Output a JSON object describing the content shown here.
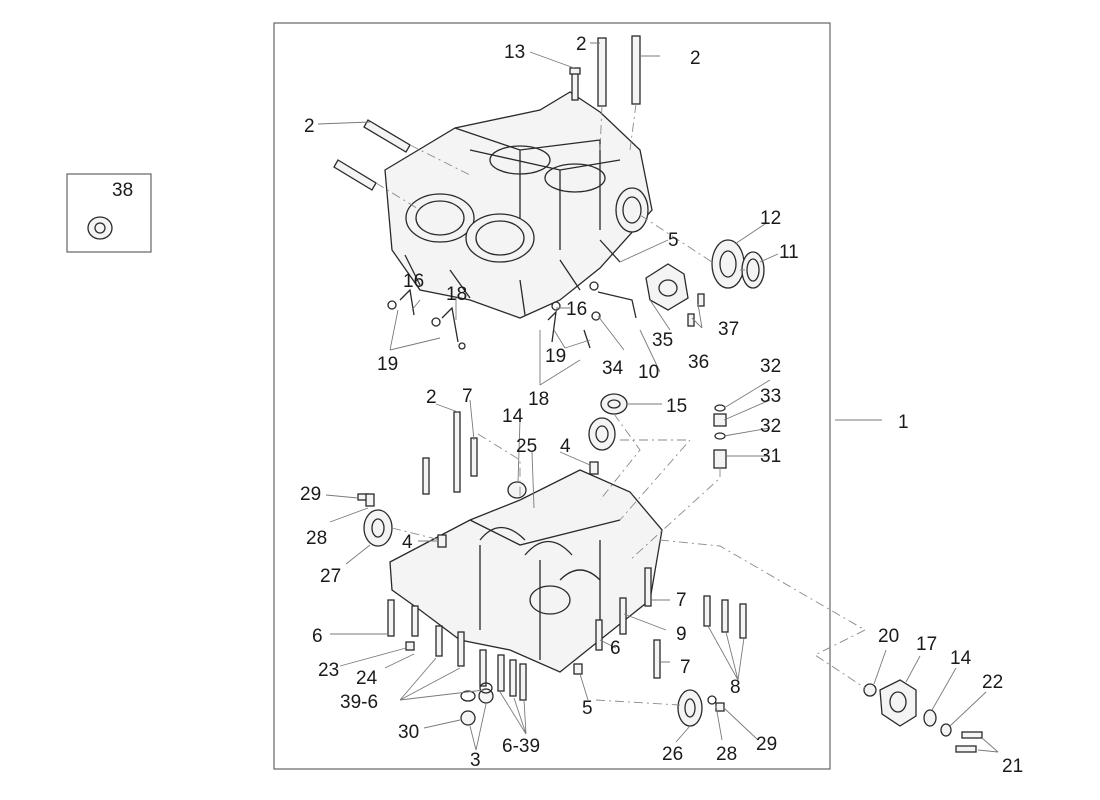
{
  "labels": {
    "l1": "1",
    "l2a": "2",
    "l2b": "2",
    "l2c": "2",
    "l2d": "2",
    "l3": "3",
    "l4a": "4",
    "l4b": "4",
    "l5a": "5",
    "l5b": "5",
    "l6a": "6",
    "l6b": "6",
    "l7a": "7",
    "l7b": "7",
    "l7c": "7",
    "l8": "8",
    "l9": "9",
    "l10": "10",
    "l11": "11",
    "l12": "12",
    "l13": "13",
    "l14a": "14",
    "l14b": "14",
    "l15": "15",
    "l16a": "16",
    "l16b": "16",
    "l17": "17",
    "l18a": "18",
    "l18b": "18",
    "l19a": "19",
    "l19b": "19",
    "l20": "20",
    "l21": "21",
    "l22": "22",
    "l23": "23",
    "l24": "24",
    "l25": "25",
    "l26": "26",
    "l27": "27",
    "l28a": "28",
    "l28b": "28",
    "l29a": "29",
    "l29b": "29",
    "l30": "30",
    "l31": "31",
    "l32a": "32",
    "l32b": "32",
    "l33": "33",
    "l34": "34",
    "l35": "35",
    "l36": "36",
    "l37": "37",
    "l38": "38",
    "l39_6": "39-6",
    "l6_39": "6-39"
  }
}
